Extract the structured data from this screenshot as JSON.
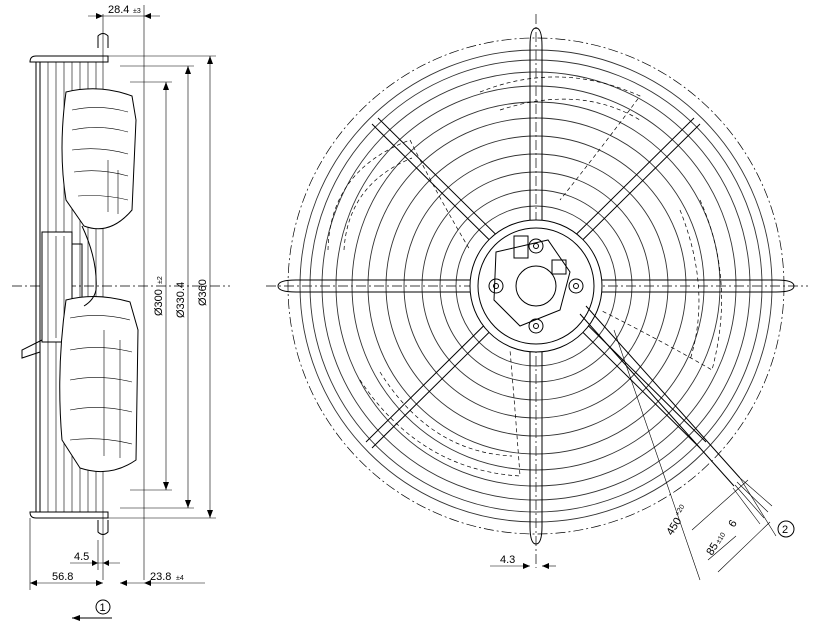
{
  "side_view": {
    "dims": {
      "top_offset": "28.4",
      "top_offset_tol": "±3",
      "d_outer": "Ø360",
      "d_mid": "Ø330.4",
      "d_inner": "Ø300",
      "d_inner_tol": "±2",
      "bottom_small": "4.5",
      "bottom_left": "56.8",
      "bottom_right": "23.8",
      "bottom_right_tol": "±4"
    },
    "view_marker": "1"
  },
  "front_view": {
    "dims": {
      "hole_offset": "4.3",
      "cable_len": "450",
      "cable_len_tol": "+20",
      "strip_len": "85",
      "strip_len_tol": "±10",
      "wire_strip": "6"
    },
    "cable_marker": "2"
  }
}
